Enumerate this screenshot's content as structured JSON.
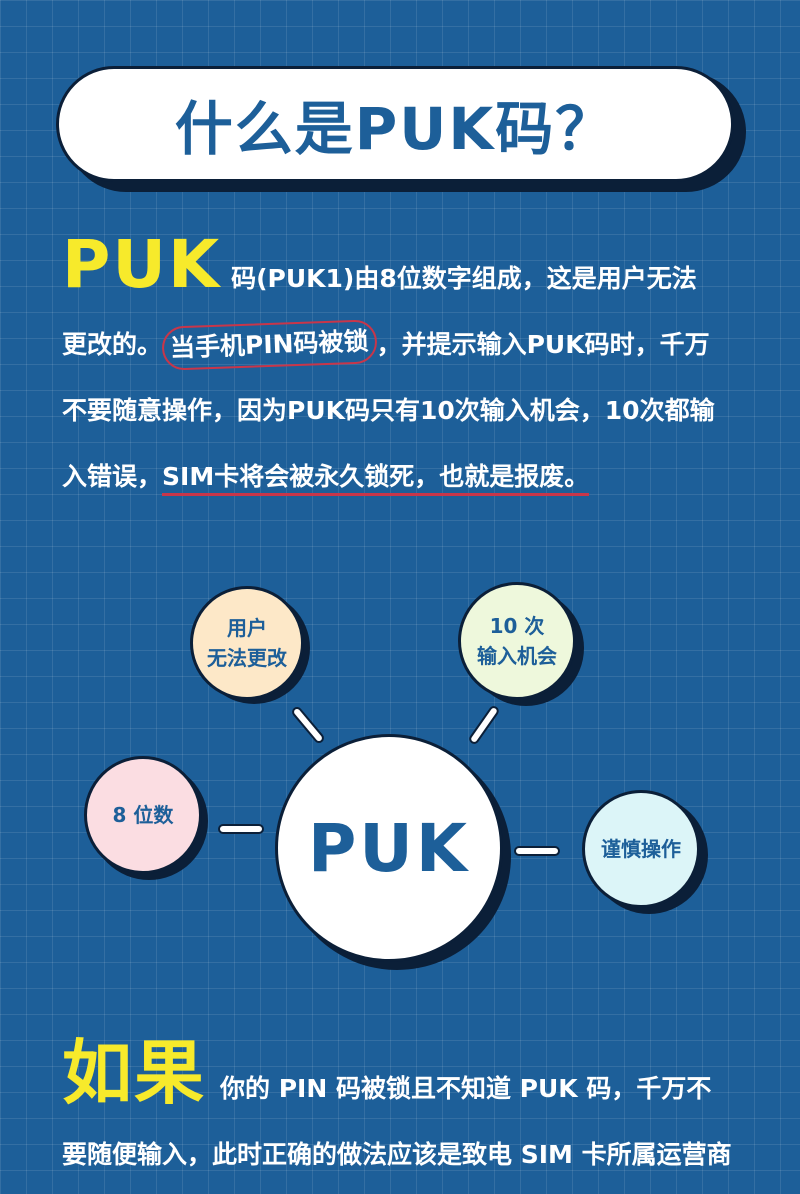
{
  "title": "什么是PUK码？",
  "intro": {
    "big_word": "PUK",
    "line1": "码(PUK1)由8位数字组成，这是用户无法",
    "line2_pre": "更改的。",
    "line2_circled": "当手机PIN码被锁",
    "line2_post": "，并提示输入PUK码时，千万",
    "line3": "不要随意操作，因为PUK码只有10次输入机会，10次都输",
    "line4_pre": "入错误，",
    "line4_underlined": "SIM卡将会被永久锁死，也就是报废。"
  },
  "diagram": {
    "center": "PUK",
    "bubbles": [
      {
        "line1": "用户",
        "line2": "无法更改",
        "color": "#fde8c8"
      },
      {
        "line1": "10 次",
        "line2": "输入机会",
        "color": "#eef8dc"
      },
      {
        "line1": "8 位数",
        "line2": "",
        "color": "#fbdde2"
      },
      {
        "line1": "谨慎操作",
        "line2": "",
        "color": "#dcf5f8"
      }
    ]
  },
  "outro": {
    "big_word": "如果",
    "line1": "你的 PIN 码被锁且不知道 PUK 码，千万不",
    "line2": "要随便输入，此时正确的做法应该是致电 SIM 卡所属运营商"
  },
  "colors": {
    "background": "#1d5f99",
    "accent_yellow": "#f7ea2b",
    "highlight_red": "#c8364a",
    "dark_outline": "#0b1f38"
  }
}
